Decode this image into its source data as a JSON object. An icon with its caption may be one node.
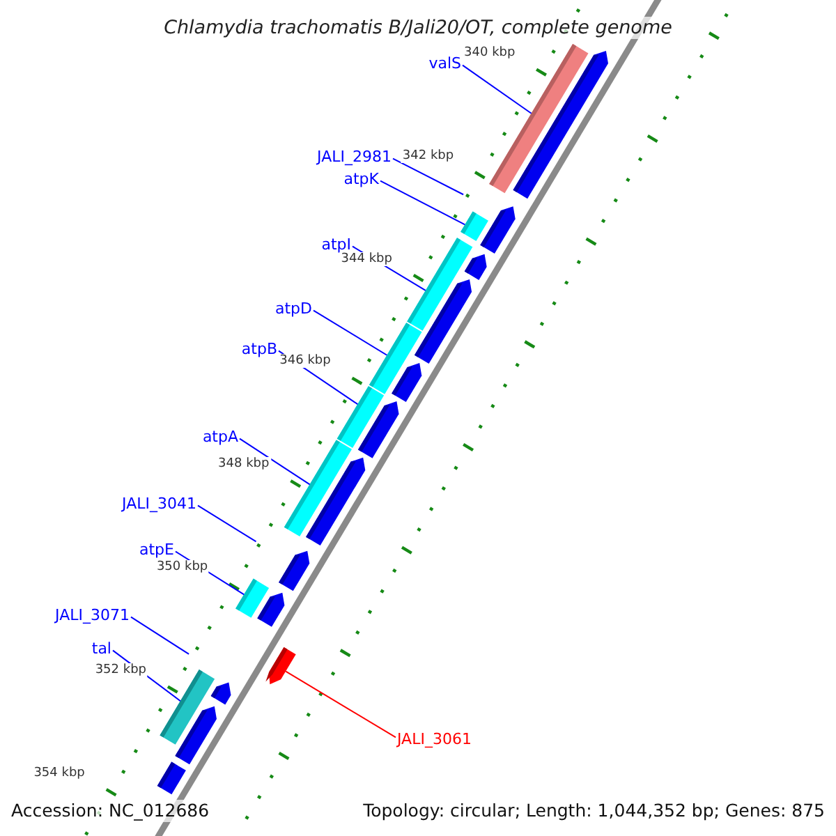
{
  "diagram": {
    "title": "Chlamydia trachomatis B/Jali20/OT, complete genome",
    "nodes": [
      {
        "text": [
          "valS"
        ]
      },
      {
        "text": [
          "JALI_2981"
        ]
      },
      {
        "text": [
          "atpK"
        ]
      },
      {
        "text": [
          "atpI"
        ]
      },
      {
        "text": [
          "atpD"
        ]
      },
      {
        "text": [
          "atpB"
        ]
      },
      {
        "text": [
          "atpA"
        ]
      },
      {
        "text": [
          "JALI_3041"
        ]
      },
      {
        "text": [
          "atpE"
        ]
      },
      {
        "text": [
          "JALI_3071"
        ]
      },
      {
        "text": [
          "tal"
        ]
      },
      {
        "text": [
          "JALI_3061"
        ]
      },
      {
        "text": [],
        "shape": "bar"
      },
      {
        "text": [],
        "shape": "bar"
      },
      {
        "text": [],
        "shape": "bar"
      },
      {
        "text": [],
        "shape": "bar"
      },
      {
        "text": [],
        "shape": "bar"
      },
      {
        "text": [],
        "shape": "bar"
      },
      {
        "text": [],
        "shape": "bar"
      },
      {
        "text": [],
        "shape": "arrow"
      },
      {
        "text": [],
        "shape": "bar"
      },
      {
        "text": [],
        "shape": "arrow"
      },
      {
        "text": [],
        "shape": "arrow"
      },
      {
        "text": [],
        "shape": "arrow"
      },
      {
        "text": [],
        "shape": "arrow"
      },
      {
        "text": [],
        "shape": "arrow"
      },
      {
        "text": [],
        "shape": "arrow"
      },
      {
        "text": [],
        "shape": "arrow"
      },
      {
        "text": [],
        "shape": "arrow"
      },
      {
        "text": [],
        "shape": "arrow"
      },
      {
        "text": [],
        "shape": "arrow"
      },
      {
        "text": [],
        "shape": "arrow"
      },
      {
        "text": [],
        "shape": "bar"
      }
    ],
    "edges": [
      {
        "from": 0,
        "to": 12,
        "arrow": "none"
      },
      {
        "from": 1,
        "to": null,
        "arrow": "none"
      },
      {
        "from": 2,
        "to": 13,
        "arrow": "none"
      },
      {
        "from": 3,
        "to": 14,
        "arrow": "none"
      },
      {
        "from": 4,
        "to": 15,
        "arrow": "none"
      },
      {
        "from": 5,
        "to": 16,
        "arrow": "none"
      },
      {
        "from": 6,
        "to": 17,
        "arrow": "none"
      },
      {
        "from": 7,
        "to": null,
        "arrow": "none"
      },
      {
        "from": 8,
        "to": 18,
        "arrow": "none"
      },
      {
        "from": 9,
        "to": null,
        "arrow": "none"
      },
      {
        "from": 10,
        "to": 20,
        "arrow": "none"
      },
      {
        "from": 11,
        "to": 19,
        "arrow": "none",
        "color": "#ff0000"
      }
    ],
    "labels": [
      "340 kbp",
      "342 kbp",
      "344 kbp",
      "346 kbp",
      "348 kbp",
      "350 kbp",
      "352 kbp",
      "354 kbp",
      "Accession: NC_012686",
      "Topology: circular; Length: 1,044,352 bp; Genes: 875"
    ]
  }
}
